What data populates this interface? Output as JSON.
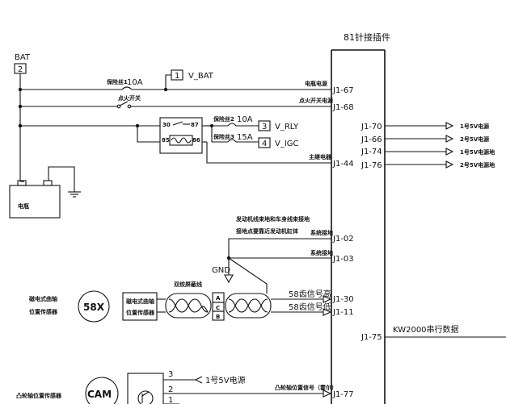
{
  "ecu": {
    "title": "81针接插件"
  },
  "battery": {
    "label": "BAT",
    "box": "2",
    "name": "电瓶"
  },
  "fuses": {
    "f1": {
      "label": "保险丝1",
      "rating": "10A"
    },
    "f2": {
      "label": "保险丝2",
      "rating": "10A"
    },
    "f3": {
      "label": "保险丝3",
      "rating": "15A"
    }
  },
  "ignition": {
    "label": "点火开关"
  },
  "relay": {
    "p30": "30",
    "p87": "87",
    "p85": "85",
    "p86": "86"
  },
  "outputs": [
    {
      "box": "1",
      "label": "V_BAT"
    },
    {
      "box": "3",
      "label": "V_RLY"
    },
    {
      "box": "4",
      "label": "V_IGC"
    }
  ],
  "left_pins": [
    {
      "pin": "J1-67",
      "desc": "电瓶电源"
    },
    {
      "pin": "J1-68",
      "desc": "点火开关电源"
    },
    {
      "pin": "J1-44",
      "desc": "主继电器"
    },
    {
      "pin": "J1-02",
      "desc": "系统接地"
    },
    {
      "pin": "J1-03",
      "desc": "系统接地"
    },
    {
      "pin": "J1-30",
      "desc": "58齿信号高"
    },
    {
      "pin": "J1-11",
      "desc": "58齿信号低"
    },
    {
      "pin": "J1-77",
      "desc": "凸轮轴位置信号（霍尔）"
    }
  ],
  "right_pins": [
    {
      "pin": "J1-70",
      "desc": "1号5V电源"
    },
    {
      "pin": "J1-66",
      "desc": "2号5V电源"
    },
    {
      "pin": "J1-74",
      "desc": "1号5V电源地"
    },
    {
      "pin": "J1-76",
      "desc": "2号5V电源地"
    },
    {
      "pin": "J1-75",
      "desc": "KW2000串行数据"
    }
  ],
  "ground": {
    "gnd": "GND",
    "note1": "发动机线束地和车身线束接地",
    "note2": "接地点要靠近发动机缸体"
  },
  "crank": {
    "sensor": "58X",
    "name_l1": "磁电式曲轴",
    "name_l2": "位置传感器",
    "box_l1": "磁电式曲轴",
    "box_l2": "位置传感器",
    "cable": "双绞屏蔽线",
    "conn_a": "A",
    "conn_b": "B",
    "conn_c": "C"
  },
  "cam": {
    "sensor": "CAM",
    "name": "凸轮轴位置传感器",
    "pin3": "3",
    "pin2": "2",
    "pin1": "1",
    "supply": "1号5V电源"
  }
}
